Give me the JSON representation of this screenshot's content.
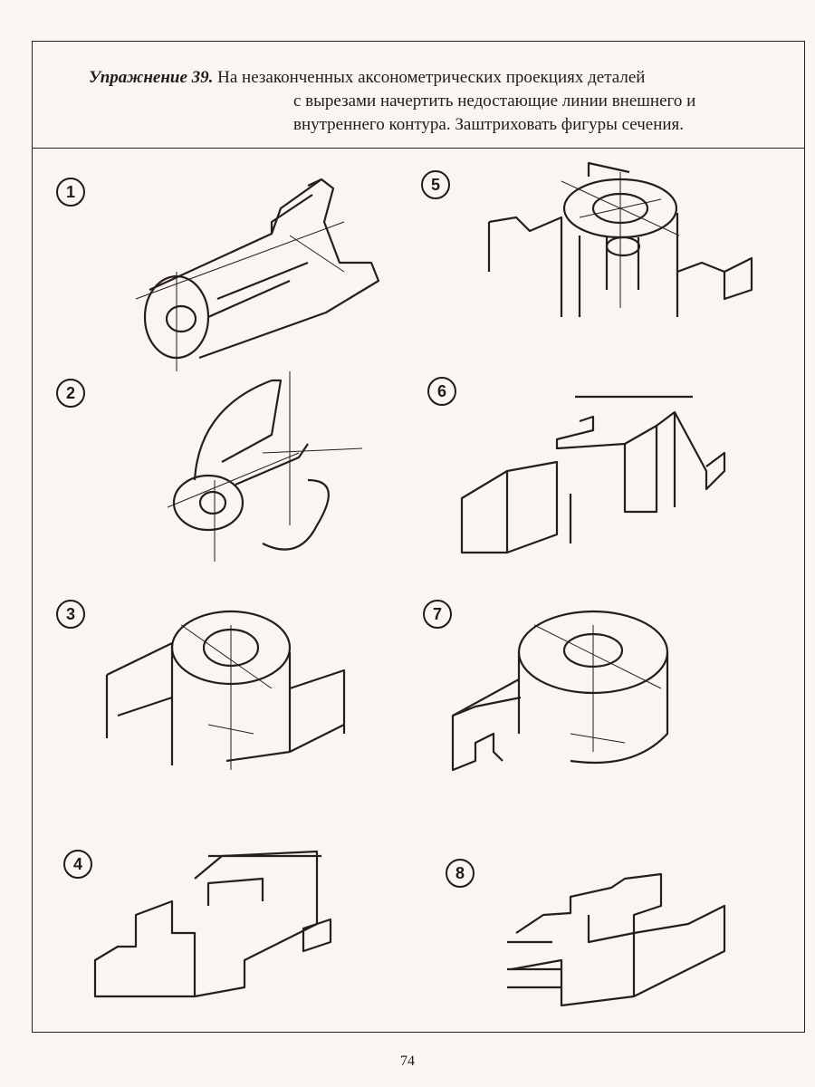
{
  "exercise": {
    "label": "Упражнение 39.",
    "line1": "На незаконченных аксонометрических проекциях деталей",
    "line2": "с вырезами начертить недостающие линии внешнего и",
    "line3": "внутреннего контура. Заштриховать фигуры сечения."
  },
  "figures": [
    {
      "number": "1"
    },
    {
      "number": "2"
    },
    {
      "number": "3"
    },
    {
      "number": "4"
    },
    {
      "number": "5"
    },
    {
      "number": "6"
    },
    {
      "number": "7"
    },
    {
      "number": "8"
    }
  ],
  "page_number": "74"
}
